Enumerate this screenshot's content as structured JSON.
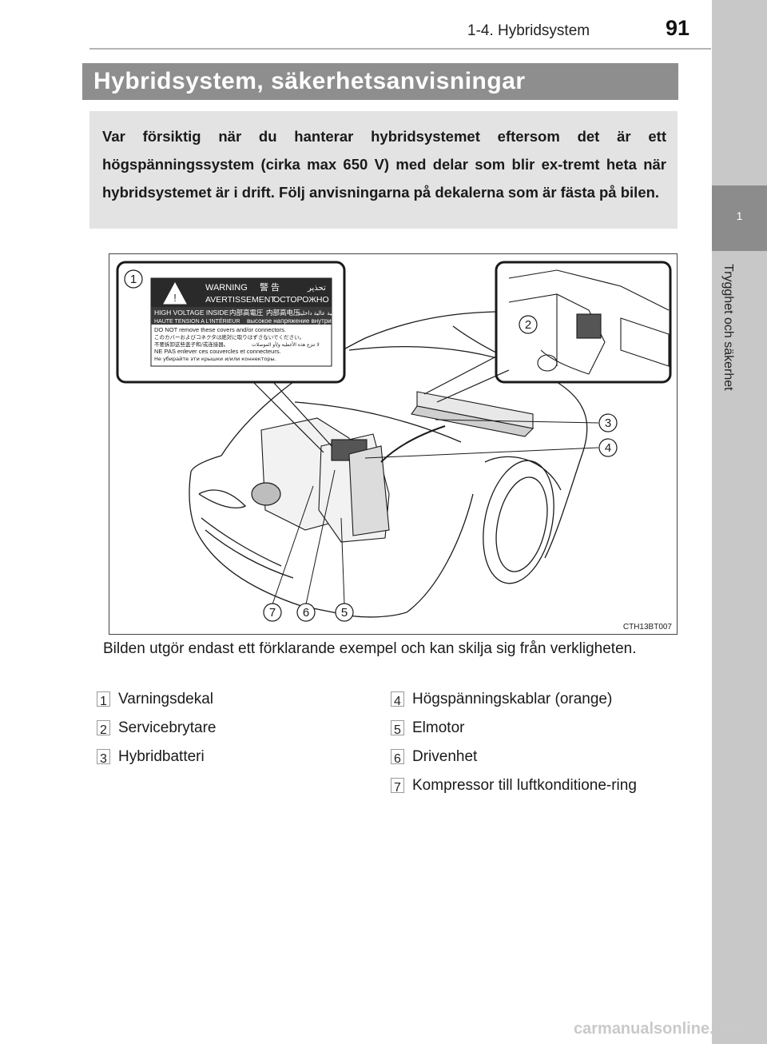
{
  "header": {
    "section": "1-4. Hybridsystem",
    "page_number": "91"
  },
  "side_tab": {
    "number": "1",
    "label": "Trygghet och säkerhet"
  },
  "title": "Hybridsystem, säkerhetsanvisningar",
  "intro": "Var försiktig när du hanterar hybridsystemet eftersom det är ett högspänningssystem (cirka max 650 V) med delar som blir ex-tremt heta när hybridsystemet är i drift. Följ anvisningarna på dekalerna som är fästa på bilen.",
  "figure": {
    "code": "CTH13BT007",
    "callouts": [
      "1",
      "2",
      "3",
      "4",
      "5",
      "6",
      "7"
    ],
    "decal": {
      "warning_en": "WARNING",
      "warning_jp": "警 告",
      "warning_ar": "تحذير",
      "warning_fr": "AVERTISSEMENT",
      "warning_ru": "ОСТОРОЖНО",
      "hv_en": "HIGH VOLTAGE INSIDE",
      "hv_jp": "内部高電圧",
      "hv_cn": "内部高电压",
      "hv_ar": "فولطية عالية داخلية",
      "hv_fr": "HAUTE TENSION A L'INTÉRIEUR",
      "hv_ru": "высокое напряжение внутри",
      "line_en": "DO NOT remove these covers and/or connectors.",
      "line_jp": "このカバーおよびコネクタは絶対に取りはずさないでください。",
      "line_cn": "不要拆卸这些盖子和/或连接器。",
      "line_ar": "لا تنزع هذه الأغطية و/أو الموصلات",
      "line_fr": "NE PAS enlever ces couvercles et connecteurs.",
      "line_ru": "Не убирайте эти крышки и/или коннекторы."
    }
  },
  "caption": "Bilden utgör endast ett förklarande exempel och kan skilja sig från verkligheten.",
  "legend": [
    {
      "num": "1",
      "label": "Varningsdekal"
    },
    {
      "num": "2",
      "label": "Servicebrytare"
    },
    {
      "num": "3",
      "label": "Hybridbatteri"
    },
    {
      "num": "4",
      "label": "Högspänningskablar (orange)"
    },
    {
      "num": "5",
      "label": "Elmotor"
    },
    {
      "num": "6",
      "label": "Drivenhet"
    },
    {
      "num": "7",
      "label": "Kompressor till luftkonditione-ring"
    }
  ],
  "watermark": "carmanualsonline.info"
}
